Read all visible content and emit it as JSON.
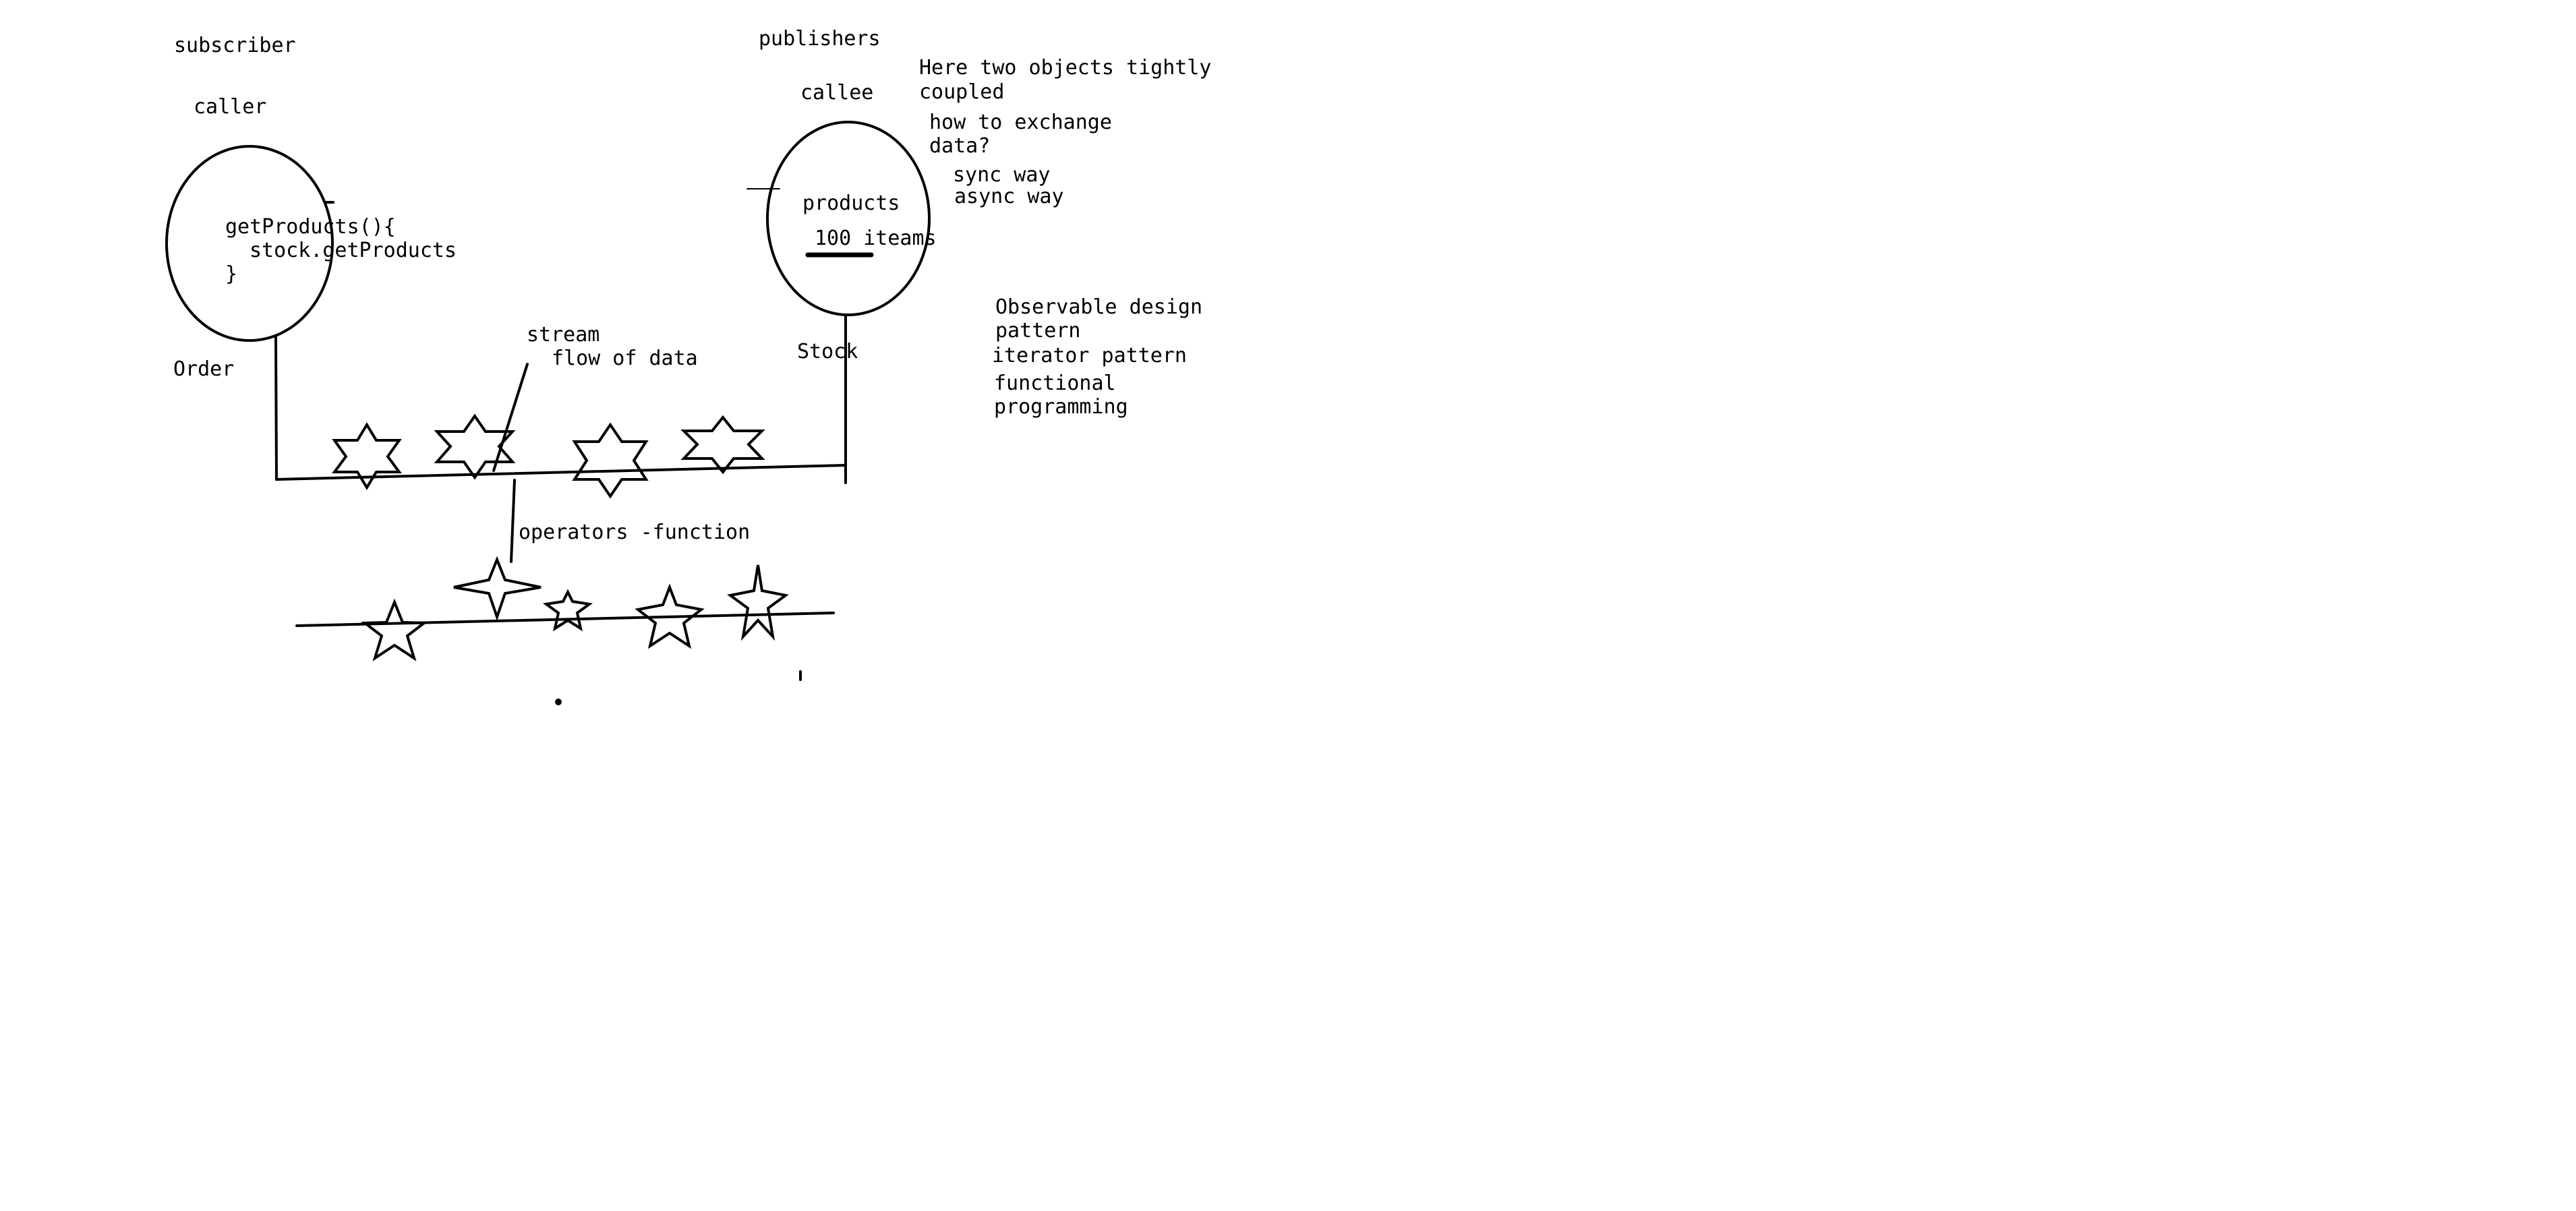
{
  "labels": {
    "subscriber": "subscriber",
    "caller": "caller",
    "code_line1": "getProducts(){",
    "code_line2": "stock.getProducts",
    "code_line3": "}",
    "order": "Order",
    "publishers": "publishers",
    "callee": "callee",
    "products": "products",
    "items": "100 iteams",
    "stock": "Stock",
    "note_coupled_1": "Here two objects tightly",
    "note_coupled_2": "coupled",
    "note_exchange_1": "how to exchange",
    "note_exchange_2": "data?",
    "sync": "sync way",
    "async": "async way",
    "observable_1": "Observable design",
    "observable_2": "pattern",
    "iterator": "iterator pattern",
    "functional_1": "functional",
    "functional_2": "programming",
    "stream": "stream",
    "flow": "flow of data",
    "operators": "operators -function"
  },
  "style": {
    "ink_color": "#000000",
    "background_color": "#ffffff"
  }
}
